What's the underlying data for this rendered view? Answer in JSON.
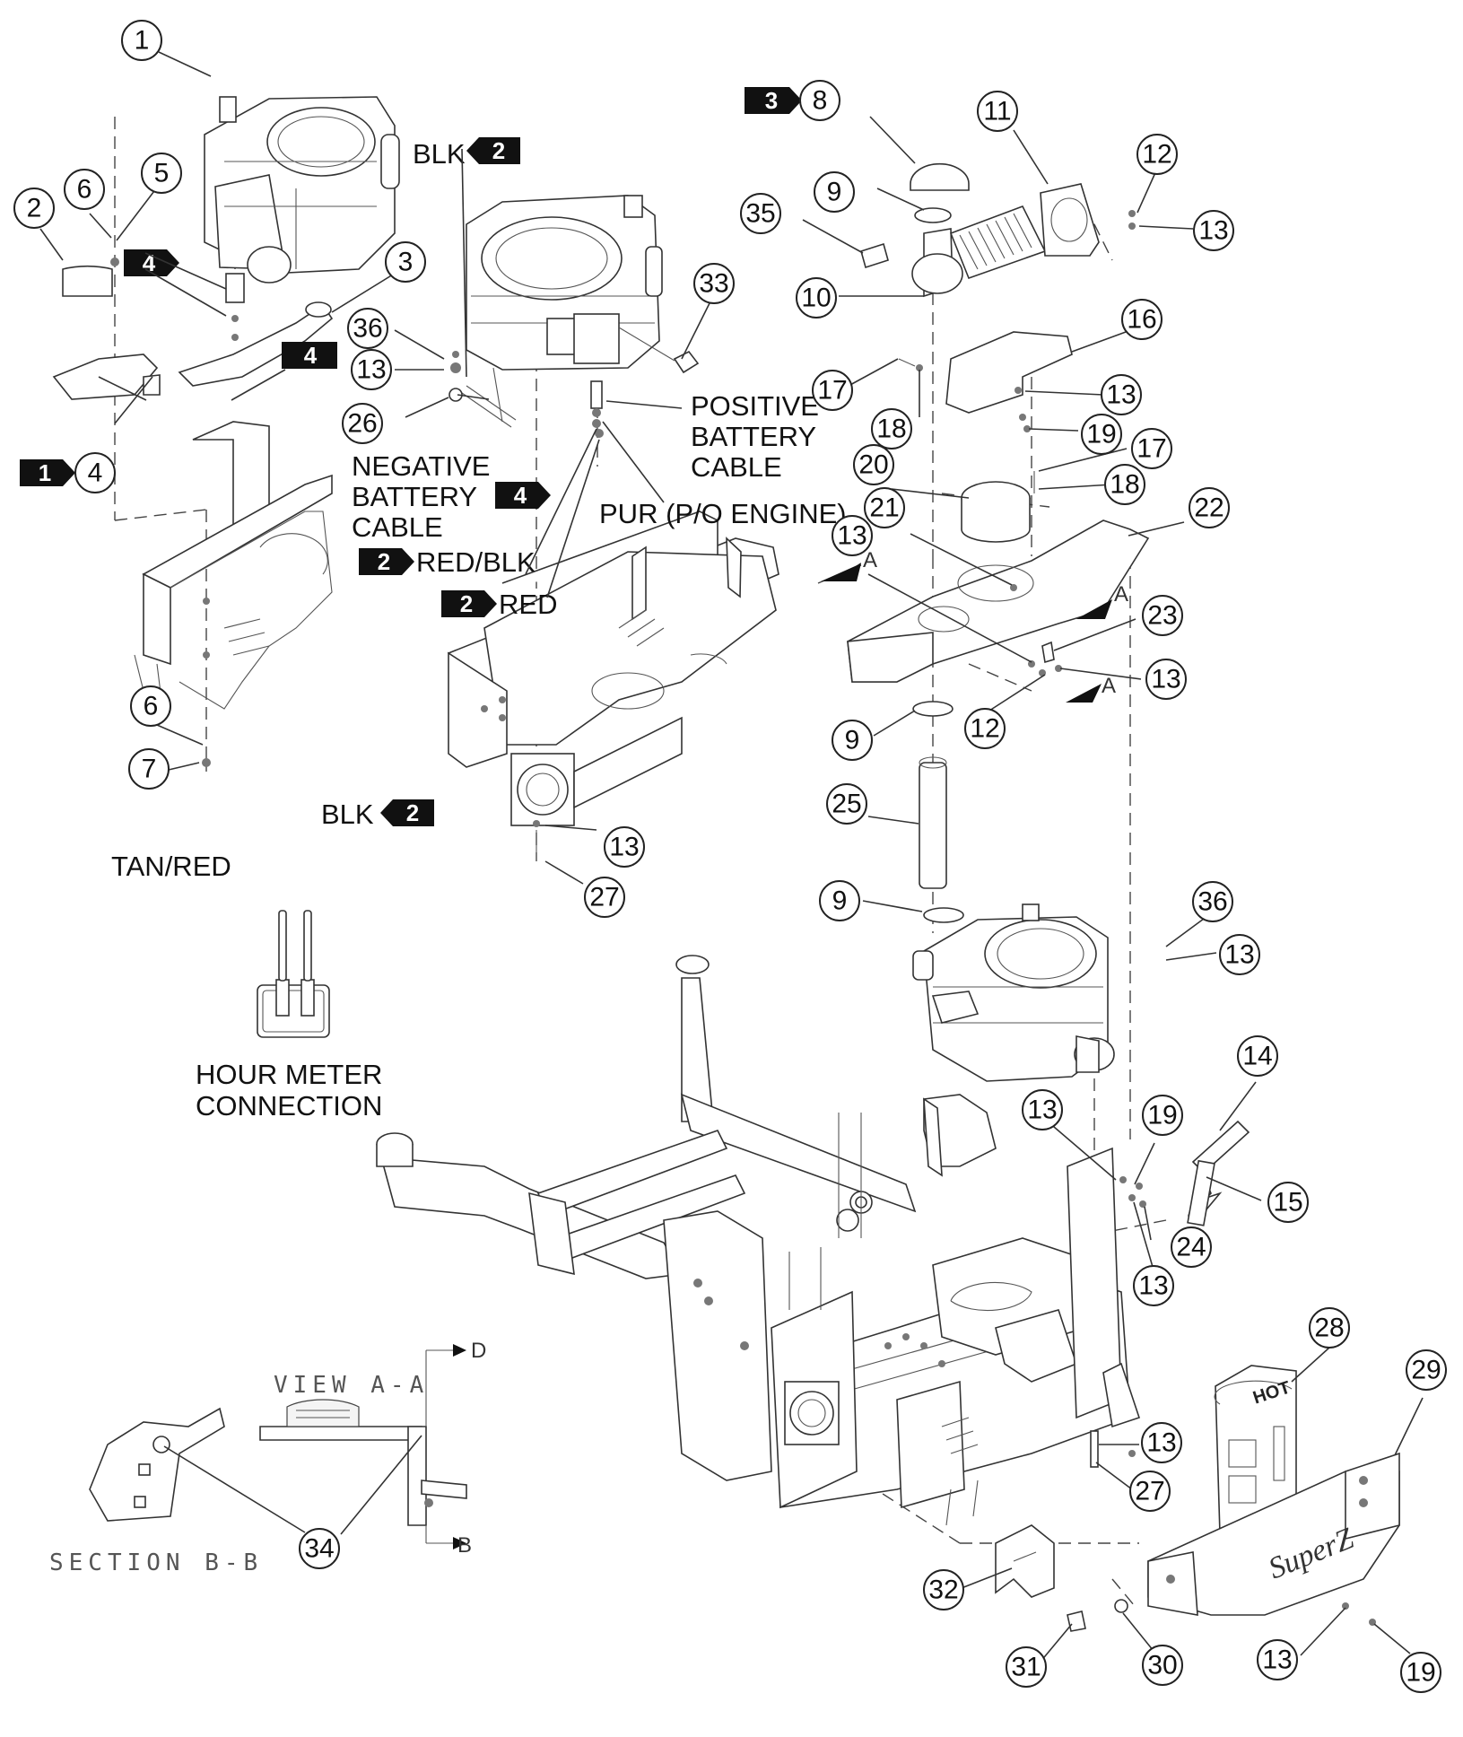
{
  "callouts": [
    "1",
    "2",
    "3",
    "4",
    "5",
    "6",
    "7",
    "8",
    "9",
    "10",
    "11",
    "12",
    "13",
    "14",
    "15",
    "16",
    "17",
    "18",
    "19",
    "20",
    "21",
    "22",
    "23",
    "24",
    "25",
    "26",
    "27",
    "28",
    "29",
    "30",
    "31",
    "32",
    "33",
    "34",
    "35",
    "36"
  ],
  "flags": {
    "f1": "1",
    "f2": "2",
    "f3": "3",
    "f4": "4"
  },
  "labels": {
    "blk": "BLK",
    "negative_cable": [
      "NEGATIVE",
      "BATTERY",
      "CABLE"
    ],
    "positive_cable": [
      "POSITIVE",
      "BATTERY",
      "CABLE"
    ],
    "pur": "PUR (P/O ENGINE)",
    "red_blk": "RED/BLK",
    "red": "RED",
    "tan_red": "TAN/RED",
    "hour_meter": [
      "HOUR METER",
      "CONNECTION"
    ],
    "view_aa": "VIEW A-A",
    "section_bb": "SECTION B-B",
    "sec_a": "A",
    "sec_b": "B",
    "sec_d": "D",
    "hot": "HOT",
    "brand": "SuperZ"
  }
}
